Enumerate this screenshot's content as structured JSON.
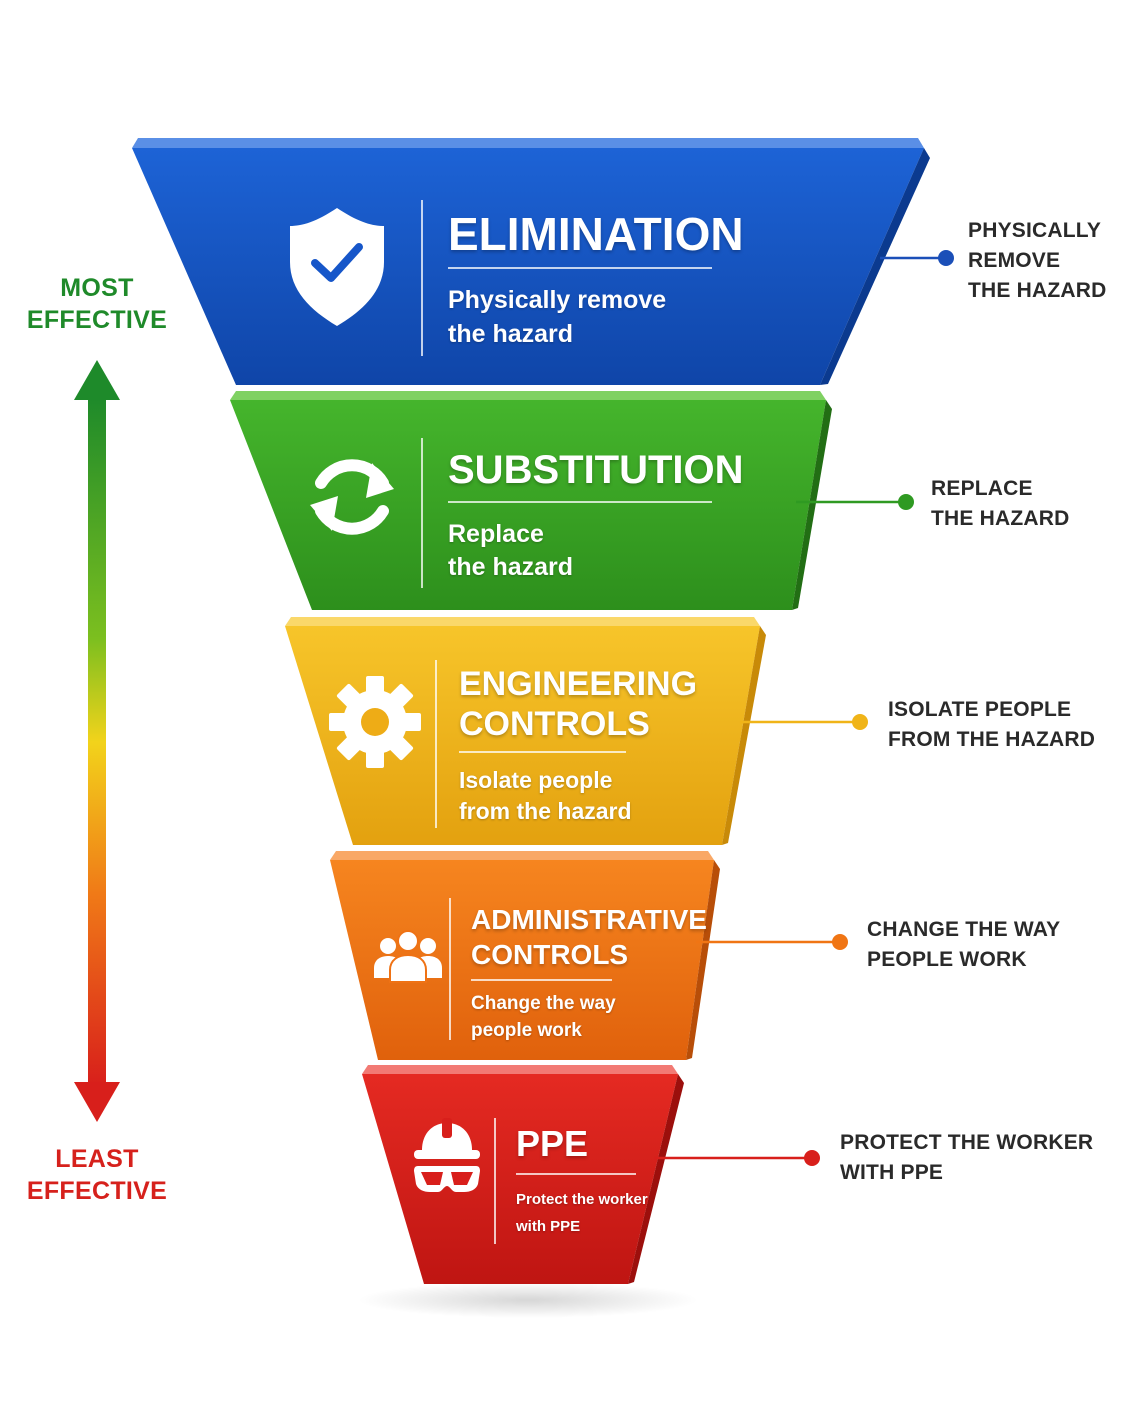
{
  "scale": {
    "top_label": [
      "MOST",
      "EFFECTIVE"
    ],
    "bottom_label": [
      "LEAST",
      "EFFECTIVE"
    ],
    "top_color": "#1f8a2a",
    "bottom_color": "#d6211c"
  },
  "tiers": [
    {
      "id": "elimination",
      "title": [
        "ELIMINATION"
      ],
      "description": [
        "Physically remove",
        "the hazard"
      ],
      "callout": [
        "PHYSICALLY",
        "REMOVE",
        "THE HAZARD"
      ],
      "icon": "shield-check-icon",
      "color": "#1656c9",
      "dot_color": "#1b4fb8"
    },
    {
      "id": "substitution",
      "title": [
        "SUBSTITUTION"
      ],
      "description": [
        "Replace",
        "the hazard"
      ],
      "callout": [
        "REPLACE",
        "THE HAZARD"
      ],
      "icon": "refresh-arrows-icon",
      "color": "#3aa624",
      "dot_color": "#2f9a22"
    },
    {
      "id": "engineering-controls",
      "title": [
        "ENGINEERING",
        "CONTROLS"
      ],
      "description": [
        "Isolate people",
        "from the hazard"
      ],
      "callout": [
        "ISOLATE PEOPLE",
        "FROM THE HAZARD"
      ],
      "icon": "gear-icon",
      "color": "#f0b418",
      "dot_color": "#f0b418"
    },
    {
      "id": "administrative-controls",
      "title": [
        "ADMINISTRATIVE",
        "CONTROLS"
      ],
      "description": [
        "Change the way",
        "people work"
      ],
      "callout": [
        "CHANGE THE WAY",
        "PEOPLE WORK"
      ],
      "icon": "people-group-icon",
      "color": "#f07514",
      "dot_color": "#f07514"
    },
    {
      "id": "ppe",
      "title": [
        "PPE"
      ],
      "description": [
        "Protect the worker",
        "with PPE"
      ],
      "callout": [
        "PROTECT THE WORKER",
        "WITH PPE"
      ],
      "icon": "hard-hat-goggles-icon",
      "color": "#d81f1b",
      "dot_color": "#d81f1b"
    }
  ]
}
